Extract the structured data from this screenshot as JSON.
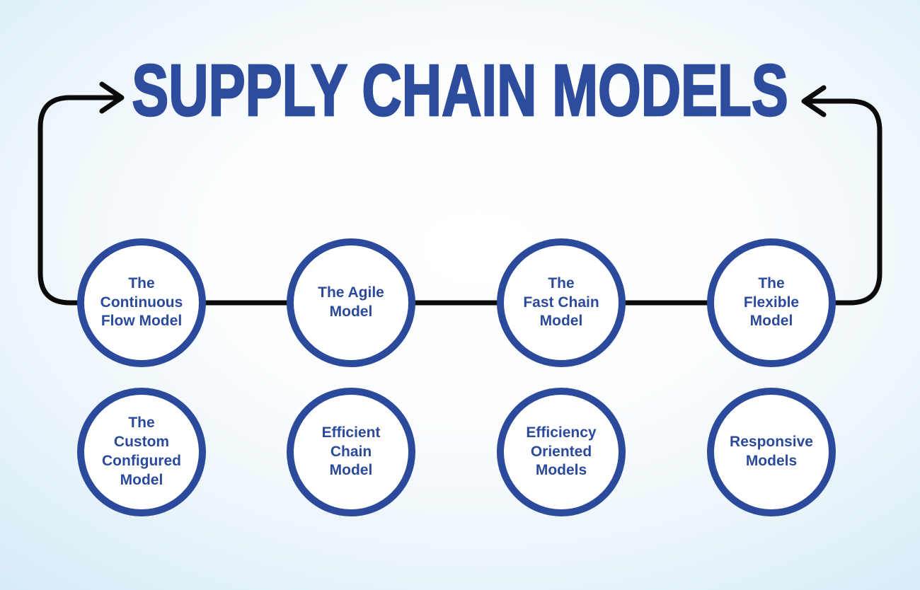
{
  "title": "SUPPLY CHAIN MODELS",
  "colors": {
    "title_text": "#2e4c9e",
    "node_border": "#2b4a9b",
    "node_text": "#2b4a9b",
    "node_fill": "#ffffff",
    "connector": "#0b0b0b",
    "background_edge": "#d5eaf6",
    "background_center": "#ffffff"
  },
  "diagram": {
    "type": "infographic-flow",
    "connector_description": "black loop line linking the four top circles, curving up on both sides to point arrows at the title"
  },
  "nodes": [
    {
      "id": "continuous-flow",
      "row": 1,
      "label": "The\nContinuous\nFlow Model"
    },
    {
      "id": "agile",
      "row": 1,
      "label": "The Agile\nModel"
    },
    {
      "id": "fast-chain",
      "row": 1,
      "label": "The\nFast Chain\nModel"
    },
    {
      "id": "flexible",
      "row": 1,
      "label": "The\nFlexible\nModel"
    },
    {
      "id": "custom-configured",
      "row": 2,
      "label": "The\nCustom\nConfigured\nModel"
    },
    {
      "id": "efficient-chain",
      "row": 2,
      "label": "Efficient\nChain\nModel"
    },
    {
      "id": "efficiency-oriented",
      "row": 2,
      "label": "Efficiency\nOriented\nModels"
    },
    {
      "id": "responsive",
      "row": 2,
      "label": "Responsive\nModels"
    }
  ]
}
